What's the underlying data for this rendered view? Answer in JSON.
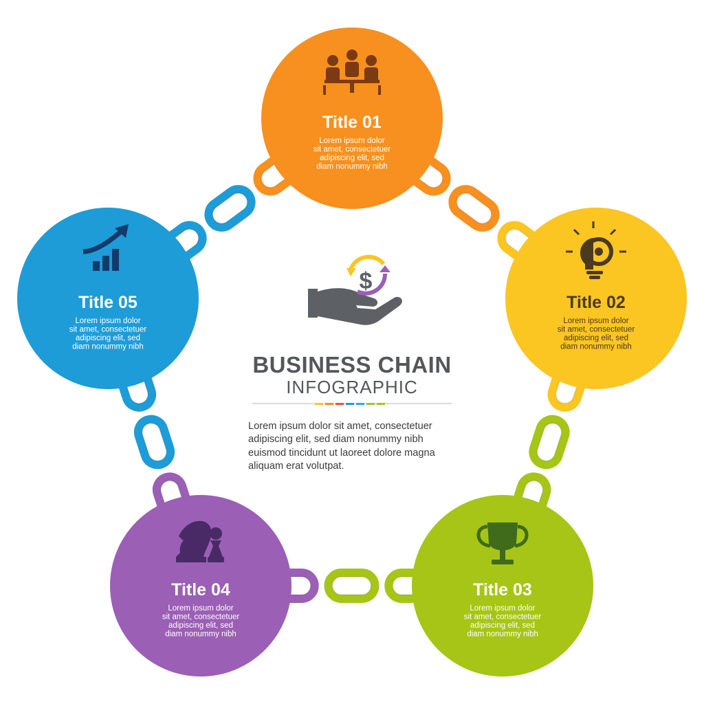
{
  "header": {
    "title": "BUSINESS CHAIN",
    "subtitle": "INFOGRAPHIC",
    "body_lines": [
      "Lorem ipsum dolor sit amet, consectetuer",
      "adipiscing elit, sed diam nonummy nibh",
      "euismod tincidunt ut laoreet dolore magna",
      "aliquam erat volutpat."
    ],
    "center_icon": "hand-dollar-icon",
    "divider_colors": [
      "#fbc522",
      "#f7901e",
      "#e8563a",
      "#1e9cd7",
      "#29abe2",
      "#9bc53d",
      "#a3c520"
    ]
  },
  "nodes": [
    {
      "id": "01",
      "title": "Title 01",
      "color": "#f7901e",
      "text_color": "#ffffff",
      "icon": "meeting-icon",
      "lines": [
        "Lorem ipsum dolor",
        "sit amet, consectetuer",
        "adipiscing elit, sed",
        "diam nonummy nibh"
      ]
    },
    {
      "id": "02",
      "title": "Title 02",
      "color": "#fbc522",
      "text_color": "#4a3a20",
      "icon": "lightbulb-gear-icon",
      "lines": [
        "Lorem ipsum dolor",
        "sit amet, consectetuer",
        "adipiscing elit, sed",
        "diam nonummy nibh"
      ]
    },
    {
      "id": "03",
      "title": "Title 03",
      "color": "#a6c516",
      "text_color": "#ffffff",
      "icon": "trophy-icon",
      "lines": [
        "Lorem ipsum dolor",
        "sit amet, consectetuer",
        "adipiscing elit, sed",
        "diam nonummy nibh"
      ]
    },
    {
      "id": "04",
      "title": "Title 04",
      "color": "#9b5fb5",
      "text_color": "#ffffff",
      "icon": "chess-pieces-icon",
      "lines": [
        "Lorem ipsum dolor",
        "sit amet, consectetuer",
        "adipiscing elit, sed",
        "diam nonummy nibh"
      ]
    },
    {
      "id": "05",
      "title": "Title 05",
      "color": "#1e9cd7",
      "text_color": "#ffffff",
      "icon": "growth-chart-icon",
      "lines": [
        "Lorem ipsum dolor",
        "sit amet, consectetuer",
        "adipiscing elit, sed",
        "diam nonummy nibh"
      ]
    }
  ]
}
